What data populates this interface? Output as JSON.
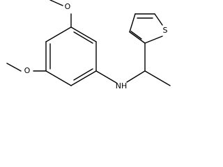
{
  "molecule": {
    "atoms": {
      "oxygen_top": "O",
      "oxygen_left": "O",
      "nitrogen": "NH",
      "sulfur": "S"
    }
  },
  "colors": {
    "bond": "#000000",
    "background": "#ffffff"
  }
}
